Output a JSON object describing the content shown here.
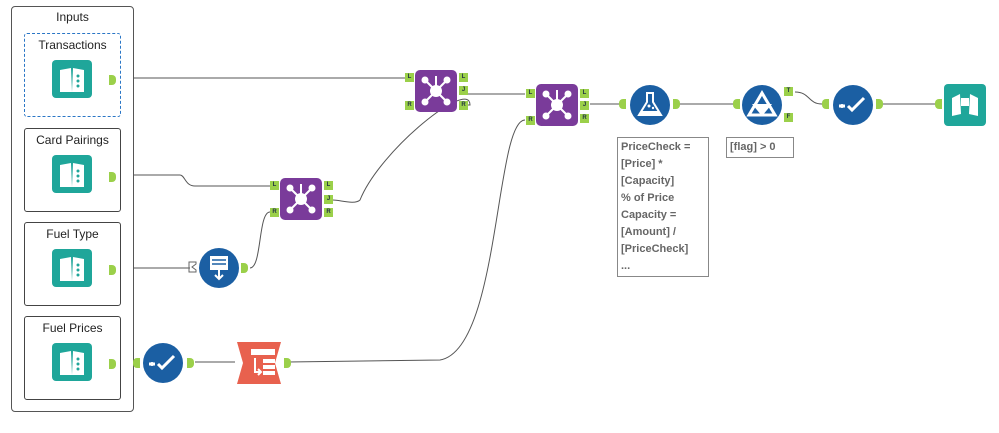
{
  "container": {
    "title": "Inputs"
  },
  "inputs": [
    {
      "label": "Transactions"
    },
    {
      "label": "Card Pairings"
    },
    {
      "label": "Fuel Type"
    },
    {
      "label": "Fuel Prices"
    }
  ],
  "anchors": {
    "left": "L",
    "join": "J",
    "right": "R",
    "true": "T",
    "false": "F"
  },
  "annotations": {
    "formula": "PriceCheck =\n[Price] *\n[Capacity]\n% of Price\nCapacity =\n[Amount] /\n[PriceCheck]\n...",
    "filter": "[flag] > 0"
  },
  "icons": {
    "input": "book-icon",
    "join": "join-icon",
    "union": "union-icon",
    "formula": "flask-icon",
    "filter": "filter-icon",
    "select": "check-icon",
    "crosstab": "table-icon",
    "browse": "binoculars-icon"
  },
  "colors": {
    "input": "#1fa69a",
    "join": "#7a3b9a",
    "blue": "#1b5fa3",
    "crosstab": "#e8614e",
    "anchor": "#9bd04a"
  }
}
